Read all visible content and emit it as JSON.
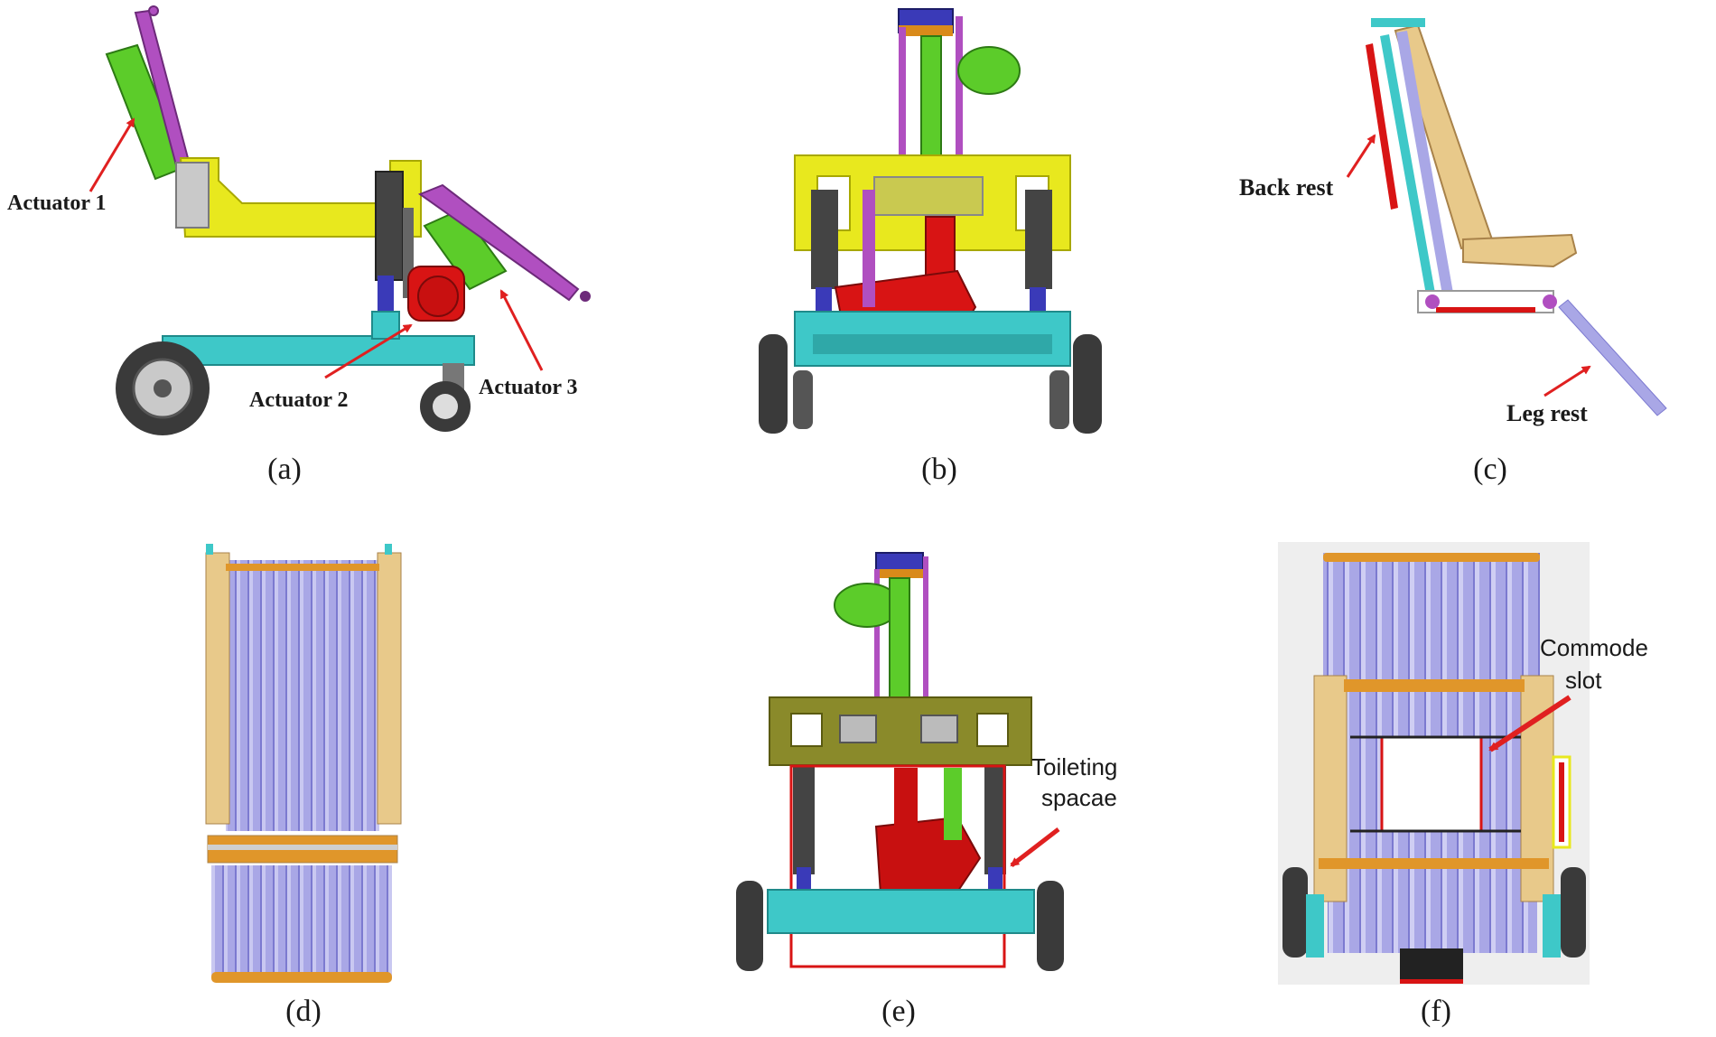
{
  "panels": [
    {
      "id": "a",
      "caption": "(a)",
      "labels": [
        "Actuator 1",
        "Actuator 2",
        "Actuator 3"
      ]
    },
    {
      "id": "b",
      "caption": "(b)",
      "labels": []
    },
    {
      "id": "c",
      "caption": "(c)",
      "labels": [
        "Back rest",
        "Leg rest"
      ]
    },
    {
      "id": "d",
      "caption": "(d)",
      "labels": []
    },
    {
      "id": "e",
      "caption": "(e)",
      "labels": [
        "Toileting",
        "spacae"
      ]
    },
    {
      "id": "f",
      "caption": "(f)",
      "labels": [
        "Commode",
        "slot"
      ]
    }
  ],
  "colors": {
    "frame_yellow": "#e8e81e",
    "actuator_green": "#5ccc2a",
    "link_magenta": "#b04fc0",
    "motor_red": "#d81414",
    "base_cyan": "#3ec8c8",
    "post_blue": "#3a3ab8",
    "wood": "#e8c98a",
    "slat_lavender": "#a9a7e6",
    "tire": "#3a3a3a",
    "arrow_red": "#e02020",
    "olive": "#8a8a2a"
  }
}
